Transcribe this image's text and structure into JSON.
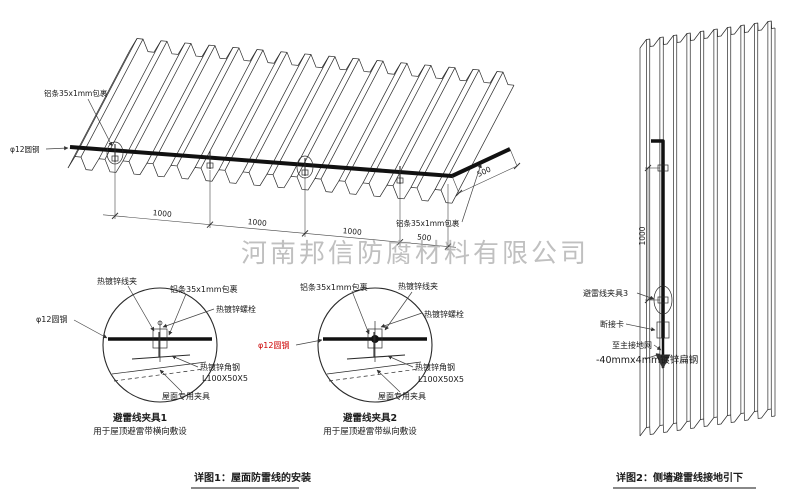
{
  "watermark": "河南邦信防腐材料有限公司",
  "figure1": {
    "caption": "详图1：屋面防雷线的安装",
    "roof": {
      "strip_label_top": "铝条35x1mm包裹",
      "strip_label_right": "铝条35x1mm包裹",
      "rod_label": "φ12圆钢",
      "span_dims": [
        "1000",
        "1000",
        "1000",
        "500"
      ],
      "edge_dim": "500"
    },
    "clamp1": {
      "title": "避雷线夹具1",
      "subtitle": "用于屋顶避雷带横向敷设",
      "labels": {
        "wire_clip": "热镀锌线夹",
        "strip": "铝条35x1mm包裹",
        "bolt": "热镀锌螺栓",
        "rod": "φ12圆钢",
        "angle_steel": "热镀锌角钢",
        "angle_spec": "L100X50X5",
        "roof_fixture": "屋面专用夹具"
      }
    },
    "clamp2": {
      "title": "避雷线夹具2",
      "subtitle": "用于屋顶避雷带纵向敷设",
      "labels": {
        "strip": "铝条35x1mm包裹",
        "wire_clip": "热镀锌线夹",
        "bolt": "热镀锌螺栓",
        "rod": "φ12圆钢",
        "angle_steel": "热镀锌角钢",
        "angle_spec": "L100X50X5",
        "roof_fixture": "屋面专用夹具"
      }
    }
  },
  "figure2": {
    "caption": "详图2：侧墙避雷线接地引下",
    "vertical_dim": "1000",
    "labels": {
      "clamp3": "避雷线夹具3",
      "disconnect_card": "断接卡",
      "to_main_ground": "至主接地网",
      "flat_steel": "-40mmx4mm镀锌扁钢"
    }
  },
  "colors": {
    "line": "#2a2a2a",
    "accent_red": "#cc0000",
    "watermark_gray": "#9a9a9a"
  }
}
